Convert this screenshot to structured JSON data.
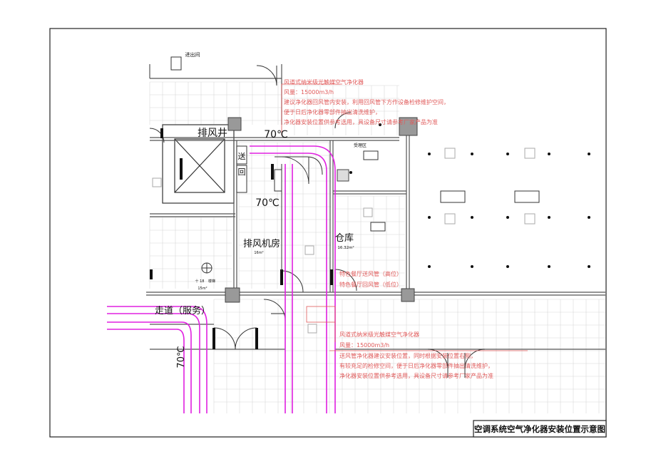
{
  "title_block": {
    "title": "空调系统空气净化器安装位置示意图"
  },
  "rooms": {
    "exhaust_shaft": "排风井",
    "exhaust_room": "排风机房",
    "exhaust_room_area": "16m²",
    "warehouse": "仓库",
    "warehouse_area": "16.32m²",
    "corridor": "走道（服务）",
    "stairs": "楼梯",
    "stairs_area": "15m²",
    "stairs_mark": "十 18",
    "entrance": "进出间",
    "work_area": "受理区"
  },
  "temperatures": {
    "top": "70℃",
    "mid": "70℃",
    "left": "70℃"
  },
  "tags": {
    "supply": "送",
    "return": "回"
  },
  "note_top": {
    "lines": [
      "风道式纳米级光触媒空气净化器",
      "风量：15000m3/h",
      "建议净化器回风管内安装，利用回风管下方作设备检修维护空间，",
      "便于日后净化器零部件抽出清洗维护，",
      "净化器安装位置供参考选用，具设备尺寸请参考厂家产品为准"
    ]
  },
  "duct_labels": {
    "supply": "特色餐厅送风管（高位）",
    "return": "特色餐厅回风管（低位）"
  },
  "note_bottom": {
    "lines": [
      "风道式纳米级光触媒空气净化器",
      "风量：15000m3/h",
      "送风管净化器建议安装位置，同时根据安装位置右侧，",
      "有较充足的检修空间，便于日后净化器零部件抽出清洗维护，",
      "净化器安装位置供参考选用，具设备尺寸请参考厂家产品为准"
    ]
  },
  "colors": {
    "duct": "#e020e0",
    "note": "#e05a5a",
    "grid": "#d8d8d8",
    "wall": "#555555"
  }
}
